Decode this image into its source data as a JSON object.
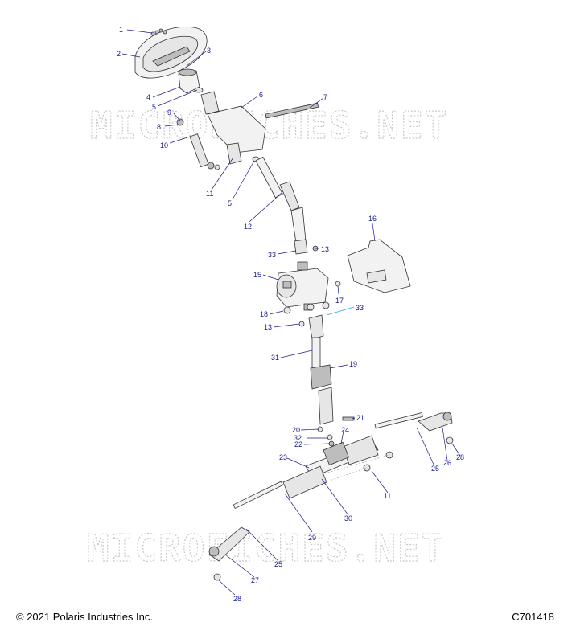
{
  "diagram": {
    "watermark": "MICROFICHES.NET",
    "callouts": [
      {
        "id": "c1",
        "label": "1"
      },
      {
        "id": "c2",
        "label": "2"
      },
      {
        "id": "c3",
        "label": "3"
      },
      {
        "id": "c4",
        "label": "4"
      },
      {
        "id": "c5a",
        "label": "5"
      },
      {
        "id": "c5b",
        "label": "5"
      },
      {
        "id": "c6",
        "label": "6"
      },
      {
        "id": "c7",
        "label": "7"
      },
      {
        "id": "c8",
        "label": "8"
      },
      {
        "id": "c9",
        "label": "9"
      },
      {
        "id": "c10",
        "label": "10"
      },
      {
        "id": "c11a",
        "label": "11"
      },
      {
        "id": "c11b",
        "label": "11"
      },
      {
        "id": "c12",
        "label": "12"
      },
      {
        "id": "c13a",
        "label": "13"
      },
      {
        "id": "c13b",
        "label": "13"
      },
      {
        "id": "c15",
        "label": "15"
      },
      {
        "id": "c16",
        "label": "16"
      },
      {
        "id": "c17",
        "label": "17"
      },
      {
        "id": "c18",
        "label": "18"
      },
      {
        "id": "c19",
        "label": "19"
      },
      {
        "id": "c20",
        "label": "20"
      },
      {
        "id": "c21",
        "label": "21"
      },
      {
        "id": "c22",
        "label": "22"
      },
      {
        "id": "c23",
        "label": "23"
      },
      {
        "id": "c24",
        "label": "24"
      },
      {
        "id": "c25a",
        "label": "25"
      },
      {
        "id": "c25b",
        "label": "25"
      },
      {
        "id": "c26",
        "label": "26"
      },
      {
        "id": "c27",
        "label": "27"
      },
      {
        "id": "c28a",
        "label": "28"
      },
      {
        "id": "c28b",
        "label": "28"
      },
      {
        "id": "c29",
        "label": "29"
      },
      {
        "id": "c30",
        "label": "30"
      },
      {
        "id": "c31",
        "label": "31"
      },
      {
        "id": "c32",
        "label": "32"
      },
      {
        "id": "c33a",
        "label": "33"
      },
      {
        "id": "c33b",
        "label": "33"
      }
    ]
  },
  "footer": {
    "copyright": "© 2021 Polaris Industries Inc.",
    "figure_id": "C701418"
  },
  "colors": {
    "callout": "#1a1a8c",
    "highlight_leader": "#2aa6d6"
  }
}
